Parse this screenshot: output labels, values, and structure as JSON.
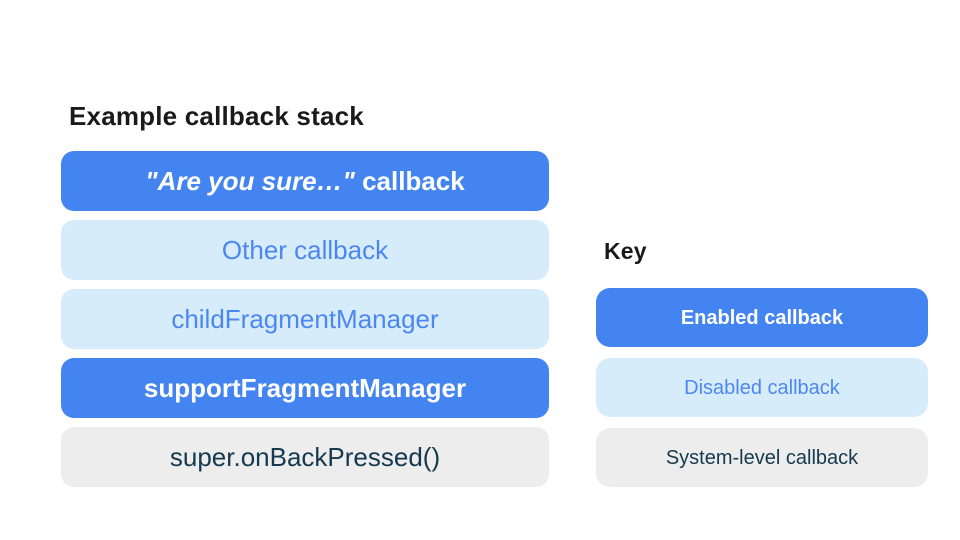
{
  "colors": {
    "enabled_bg": "#4484f0",
    "enabled_text": "#ffffff",
    "disabled_bg": "#d7ecfb",
    "disabled_text": "#4c87f1",
    "system_bg": "#ededed",
    "system_text": "#15394e",
    "heading_text": "#1a1a1a",
    "page_bg": "#ffffff"
  },
  "stack": {
    "title": "Example callback stack",
    "boxes": [
      {
        "type": "enabled",
        "label_quoted": "\"Are you sure…\"",
        "label_rest": " callback"
      },
      {
        "type": "disabled",
        "label": "Other callback"
      },
      {
        "type": "disabled",
        "label": "childFragmentManager"
      },
      {
        "type": "enabled",
        "label": "supportFragmentManager"
      },
      {
        "type": "system",
        "label": "super.onBackPressed()"
      }
    ]
  },
  "key": {
    "title": "Key",
    "items": [
      {
        "type": "enabled",
        "label": "Enabled callback"
      },
      {
        "type": "disabled",
        "label": "Disabled callback"
      },
      {
        "type": "system",
        "label": "System-level callback"
      }
    ]
  }
}
